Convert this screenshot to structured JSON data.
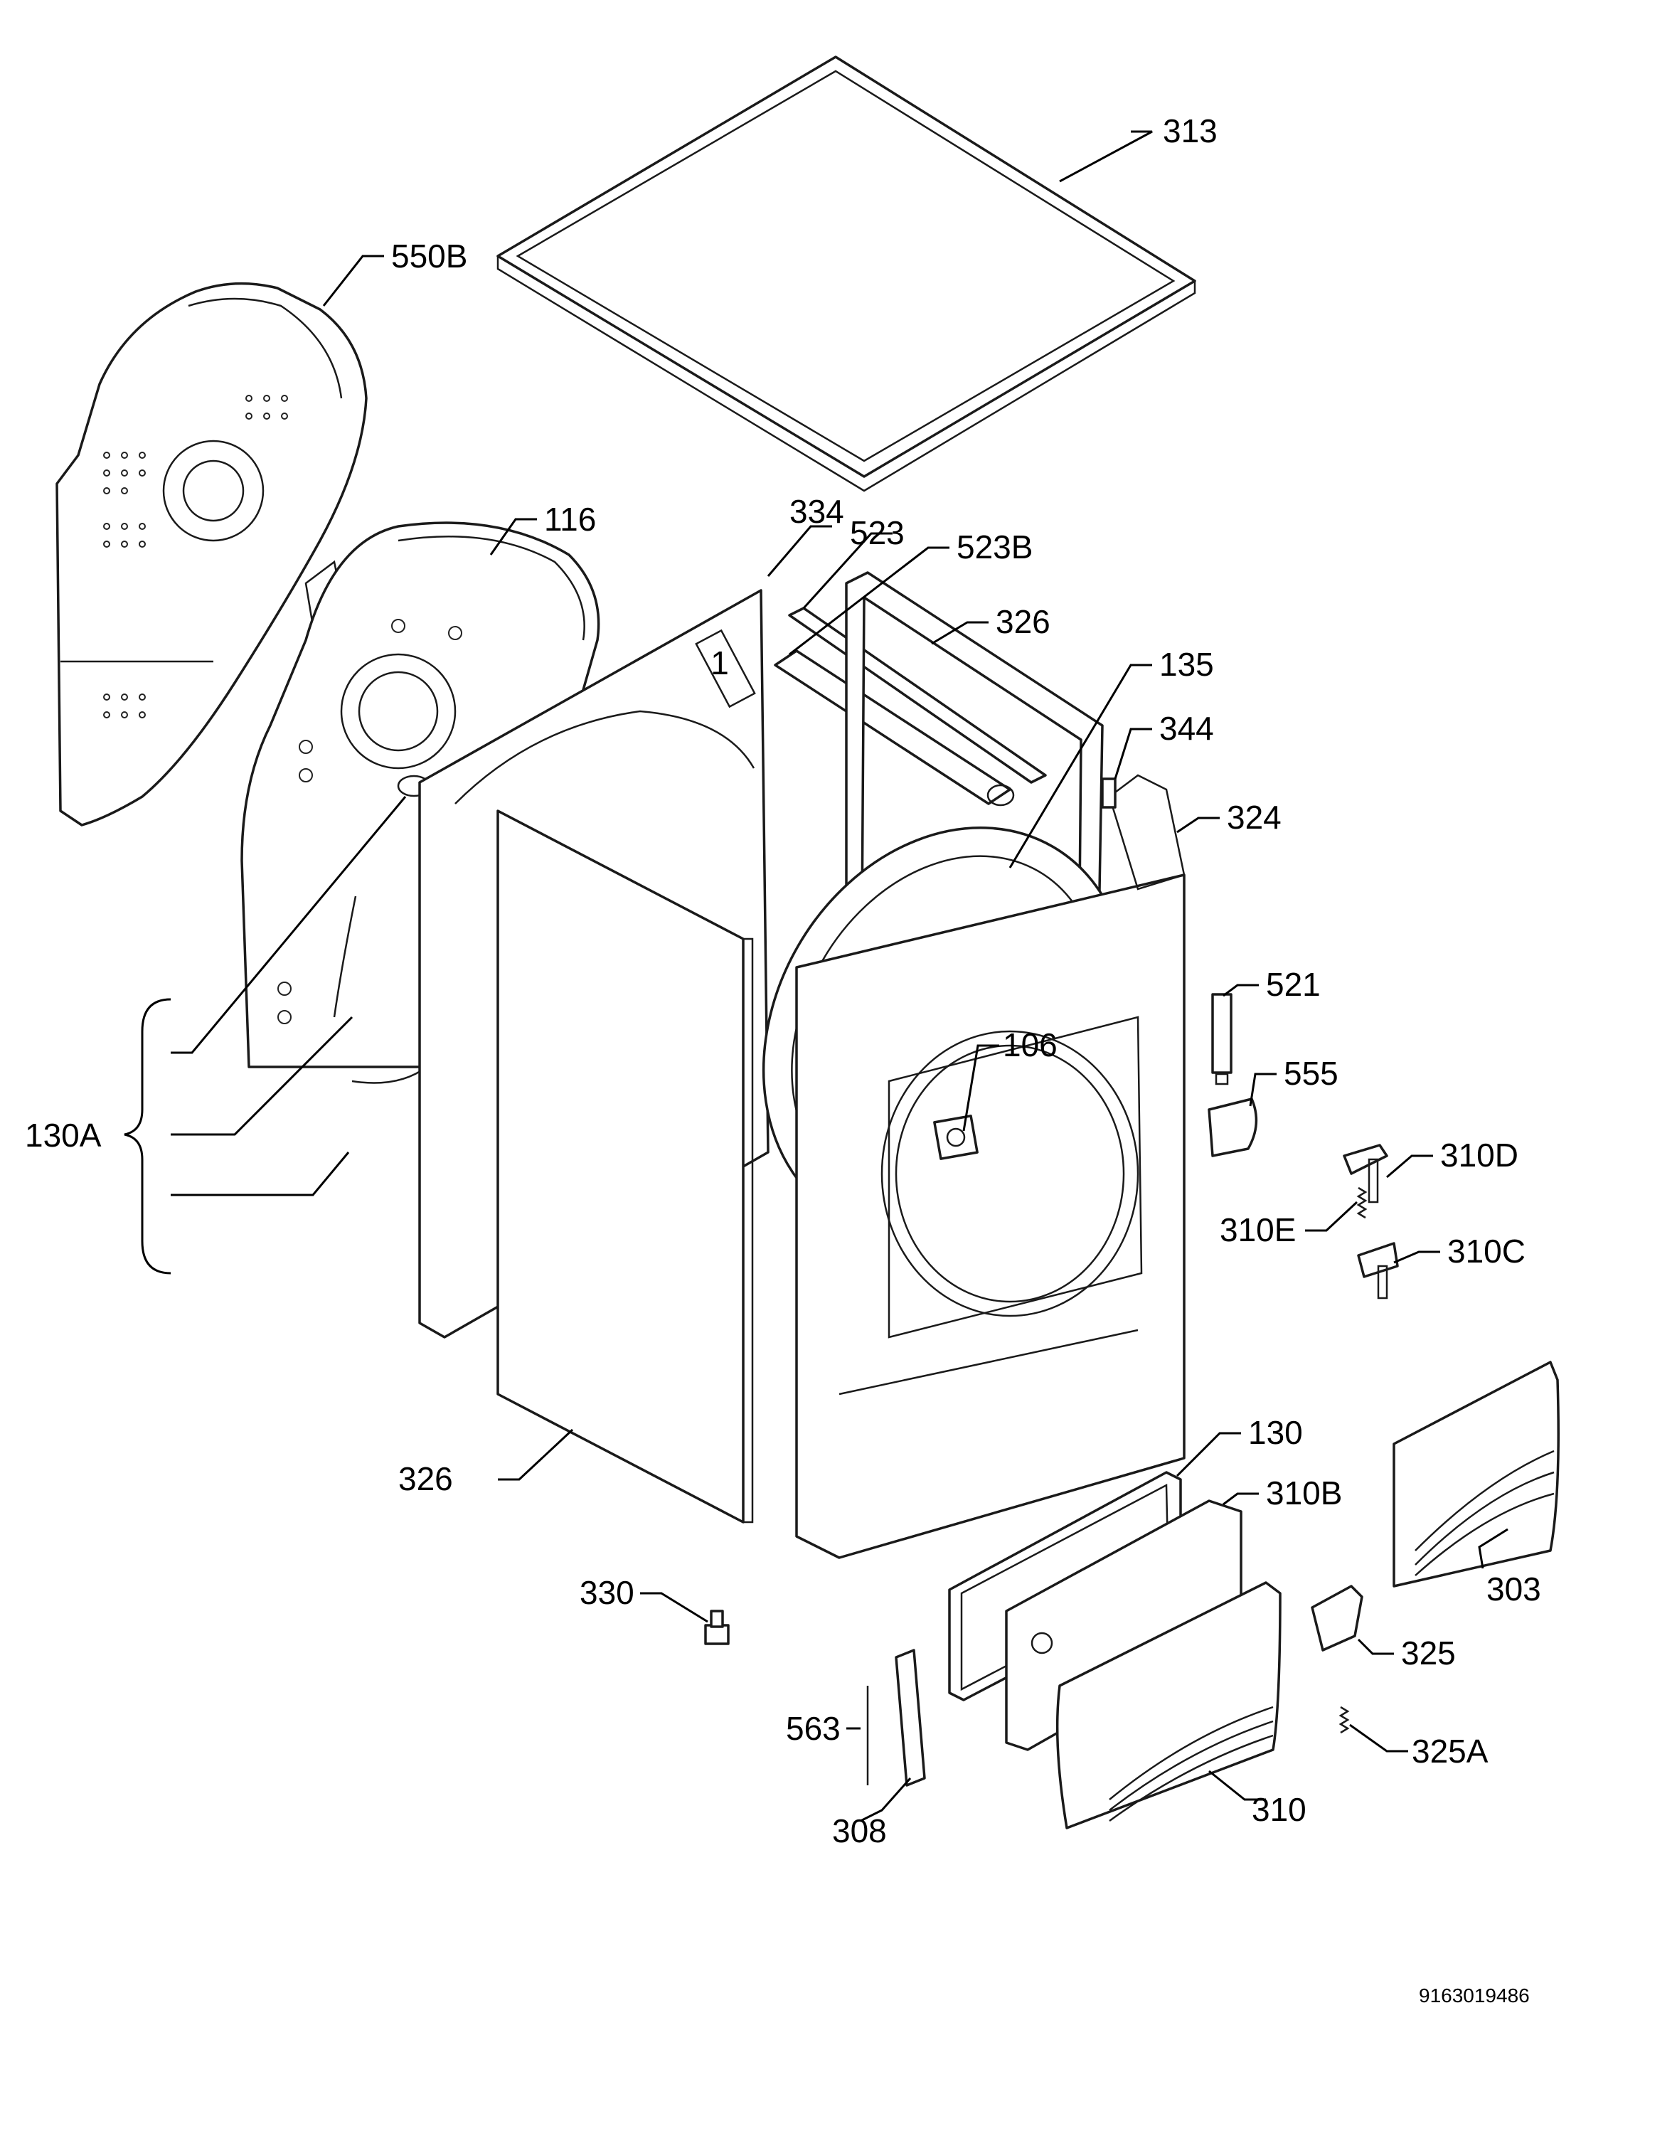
{
  "labels": {
    "p313": "313",
    "p550B": "550B",
    "p116": "116",
    "p334": "334",
    "p523": "523",
    "p523B": "523B",
    "p326_top": "326",
    "p135": "135",
    "p344": "344",
    "p324": "324",
    "p521": "521",
    "p130A": "130A",
    "p106": "106",
    "p555": "555",
    "p310D": "310D",
    "p310E": "310E",
    "p310C": "310C",
    "p130": "130",
    "p326_bottom": "326",
    "p310B": "310B",
    "p303": "303",
    "p330": "330",
    "p325": "325",
    "p563": "563",
    "p325A": "325A",
    "p310": "310",
    "p308": "308"
  },
  "part_side_number": "1",
  "drawing_code": "9163019486"
}
